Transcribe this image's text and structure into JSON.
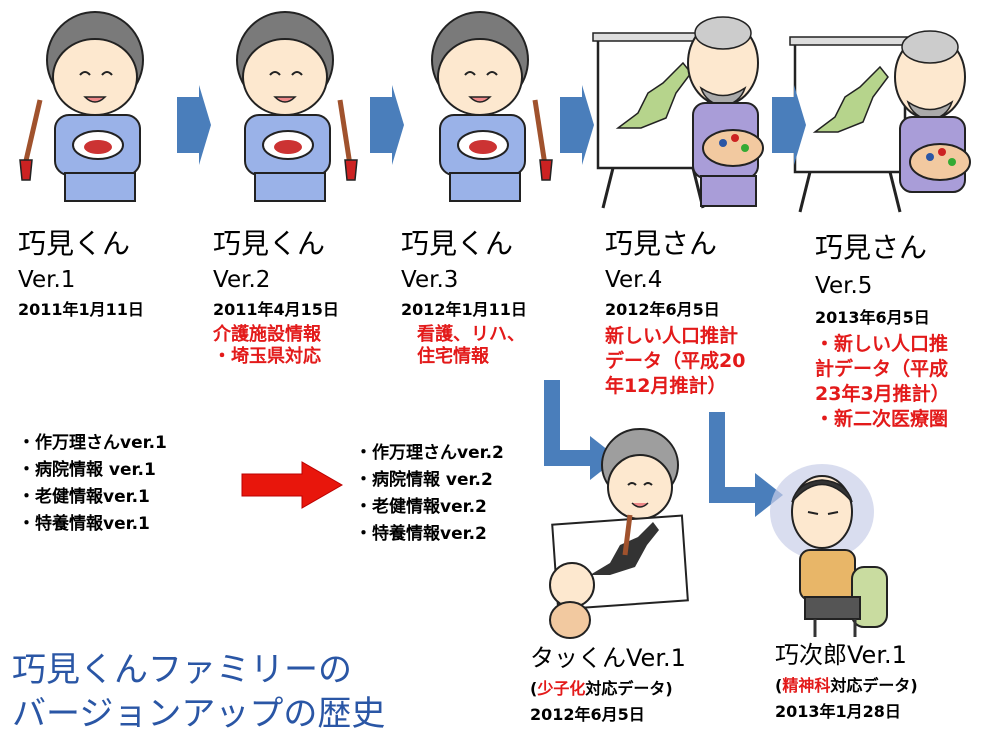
{
  "stages": [
    {
      "name": "巧見くん",
      "version": "Ver.1",
      "date": "2011年1月11日",
      "notes": []
    },
    {
      "name": "巧見くん",
      "version": "Ver.2",
      "date": "2011年4月15日",
      "notes": [
        "介護施設情報",
        "・埼玉県対応"
      ]
    },
    {
      "name": "巧見くん",
      "version": "Ver.3",
      "date": "2012年1月11日",
      "notes": [
        "看護、リハ、",
        "住宅情報"
      ]
    },
    {
      "name": "巧見さん",
      "version": "Ver.4",
      "date": "2012年6月5日",
      "notes": [
        "新しい人口推計",
        "データ（平成20",
        "年12月推計）"
      ]
    },
    {
      "name": "巧見さん",
      "version": "Ver.5",
      "date": "2013年6月5日",
      "notes": [
        "・新しい人口推",
        "計データ（平成",
        "23年3月推計）",
        "・新二次医療圏"
      ]
    }
  ],
  "list_v1": [
    "・作万理さんver.1",
    "・病院情報 ver.1",
    "・老健情報ver.1",
    "・特養情報ver.1"
  ],
  "list_v2": [
    "・作万理さんver.2",
    "・病院情報 ver.2",
    "・老健情報ver.2",
    "・特養情報ver.2"
  ],
  "tack": {
    "name": "タッくんVer.1",
    "note_open": "(",
    "note_red": "少子化",
    "note_rest": "対応データ)",
    "date": "2012年6月5日"
  },
  "kojiro": {
    "name": "巧次郎Ver.1",
    "note_open": "(",
    "note_red": "精神科",
    "note_rest": "対応データ)",
    "date": "2013年1月28日"
  },
  "title": {
    "line1": "巧見くんファミリーの",
    "line2": "バージョンアップの歴史"
  },
  "colors": {
    "arrow_blue": "#4a7ebb",
    "arrow_red": "#e8160c",
    "note_red": "#e31a1a",
    "title_blue": "#2a56a5"
  }
}
